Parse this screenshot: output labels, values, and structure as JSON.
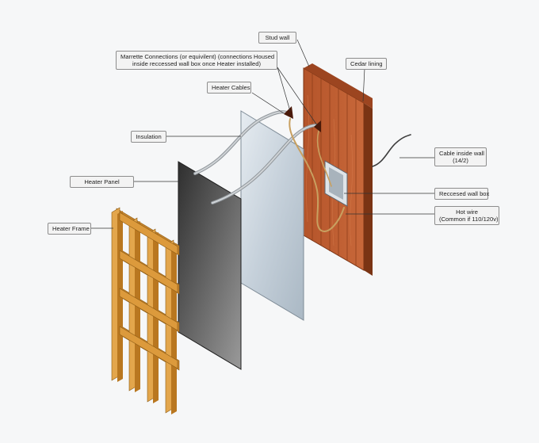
{
  "labels": {
    "stud_wall": "Stud wall",
    "marrette_line1": "Marrette Connections (or equivilent) (connections Housed",
    "marrette_line2": "inside reccessed wall box once Heater installed)",
    "cedar_lining": "Cedar lining",
    "heater_cables": "Heater Cables",
    "insulation": "Insulation",
    "cable_inside_wall_line1": "Cable inside wall",
    "cable_inside_wall_line2": "(14/2)",
    "heater_panel": "Heater Panel",
    "recessed_wall_box": "Reccesed wall box",
    "hot_wire_line1": "Hot wire",
    "hot_wire_line2": "(Common if 110/120v)",
    "heater_frame": "Heater Frame"
  },
  "colors": {
    "cedar": "#b9572a",
    "cedar_dark": "#8a3c18",
    "insulation": "#c9d3dc",
    "heater_panel": "#5a5a5a",
    "frame": "#d79a3f",
    "frame_dark": "#a86d1f",
    "cable": "#b8bcc0",
    "wall_box": "#c7ced4"
  }
}
